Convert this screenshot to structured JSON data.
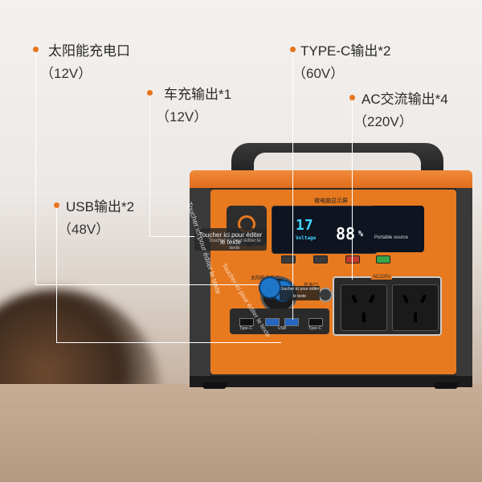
{
  "callouts": [
    {
      "id": "solar",
      "title": "太阳能充电口",
      "sub": "（12V）"
    },
    {
      "id": "car",
      "title": "车充输出*1",
      "sub": "（12V）"
    },
    {
      "id": "typec",
      "title": "TYPE-C输出*2",
      "sub": "（60V）"
    },
    {
      "id": "ac",
      "title": "AC交流输出*4",
      "sub": "（220V）"
    },
    {
      "id": "usb",
      "title": "USB输出*2",
      "sub": "（48V）"
    }
  ],
  "device": {
    "display_title": "微电脑显示屏",
    "screen_voltage_value": "17",
    "screen_voltage_label": "Voltage",
    "screen_percent_value": "88",
    "screen_percent_symbol": "%",
    "screen_source_label": "Portable source",
    "solar_port_label": "太阳能充电口",
    "car_port_label": "车充口",
    "ac_label": "AC220V",
    "port_labels": {
      "typec_left": "Type-C",
      "usb": "USB",
      "typec_right": "Type-C"
    }
  },
  "editor_overlay": {
    "hint_main": "Toucher ici pour éditer le texte",
    "hint_small": "Toucher ici pour éditer le texte",
    "hint_tiny": "Toucher ici pour éditer le texte",
    "rotated_1": "Toucher ici pour éditer le texte",
    "rotated_2": "Toucher ici pour éditer le texte"
  },
  "colors": {
    "accent_orange": "#e8741d",
    "device_orange": "#e7791f",
    "device_dark": "#2b2b2b",
    "screen_cyan": "#3fd6ff",
    "cap_blue": "#1f76c9"
  }
}
